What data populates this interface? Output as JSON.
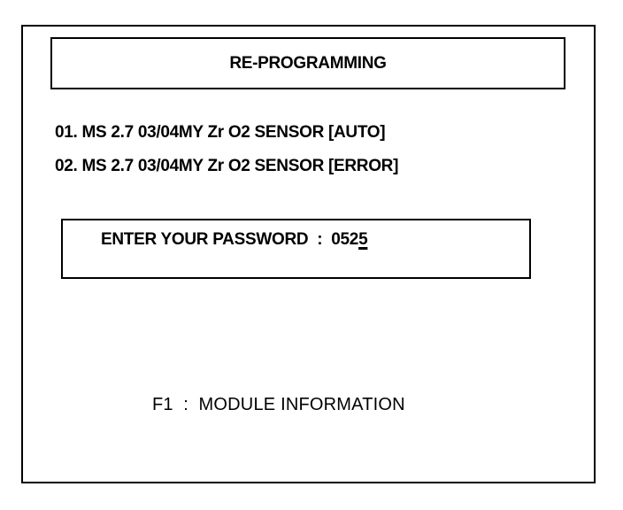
{
  "screen": {
    "title": "RE-PROGRAMMING",
    "menu_items": [
      {
        "label": "01. MS 2.7 03/04MY Zr O2 SENSOR [AUTO]"
      },
      {
        "label": "02. MS 2.7 03/04MY Zr O2 SENSOR [ERROR]"
      }
    ],
    "password": {
      "label": "ENTER YOUR PASSWORD",
      "separator": ":",
      "value": "052",
      "cursor_char": "5"
    },
    "function_key": {
      "key": "F1",
      "separator": ":",
      "label": "MODULE INFORMATION"
    }
  }
}
